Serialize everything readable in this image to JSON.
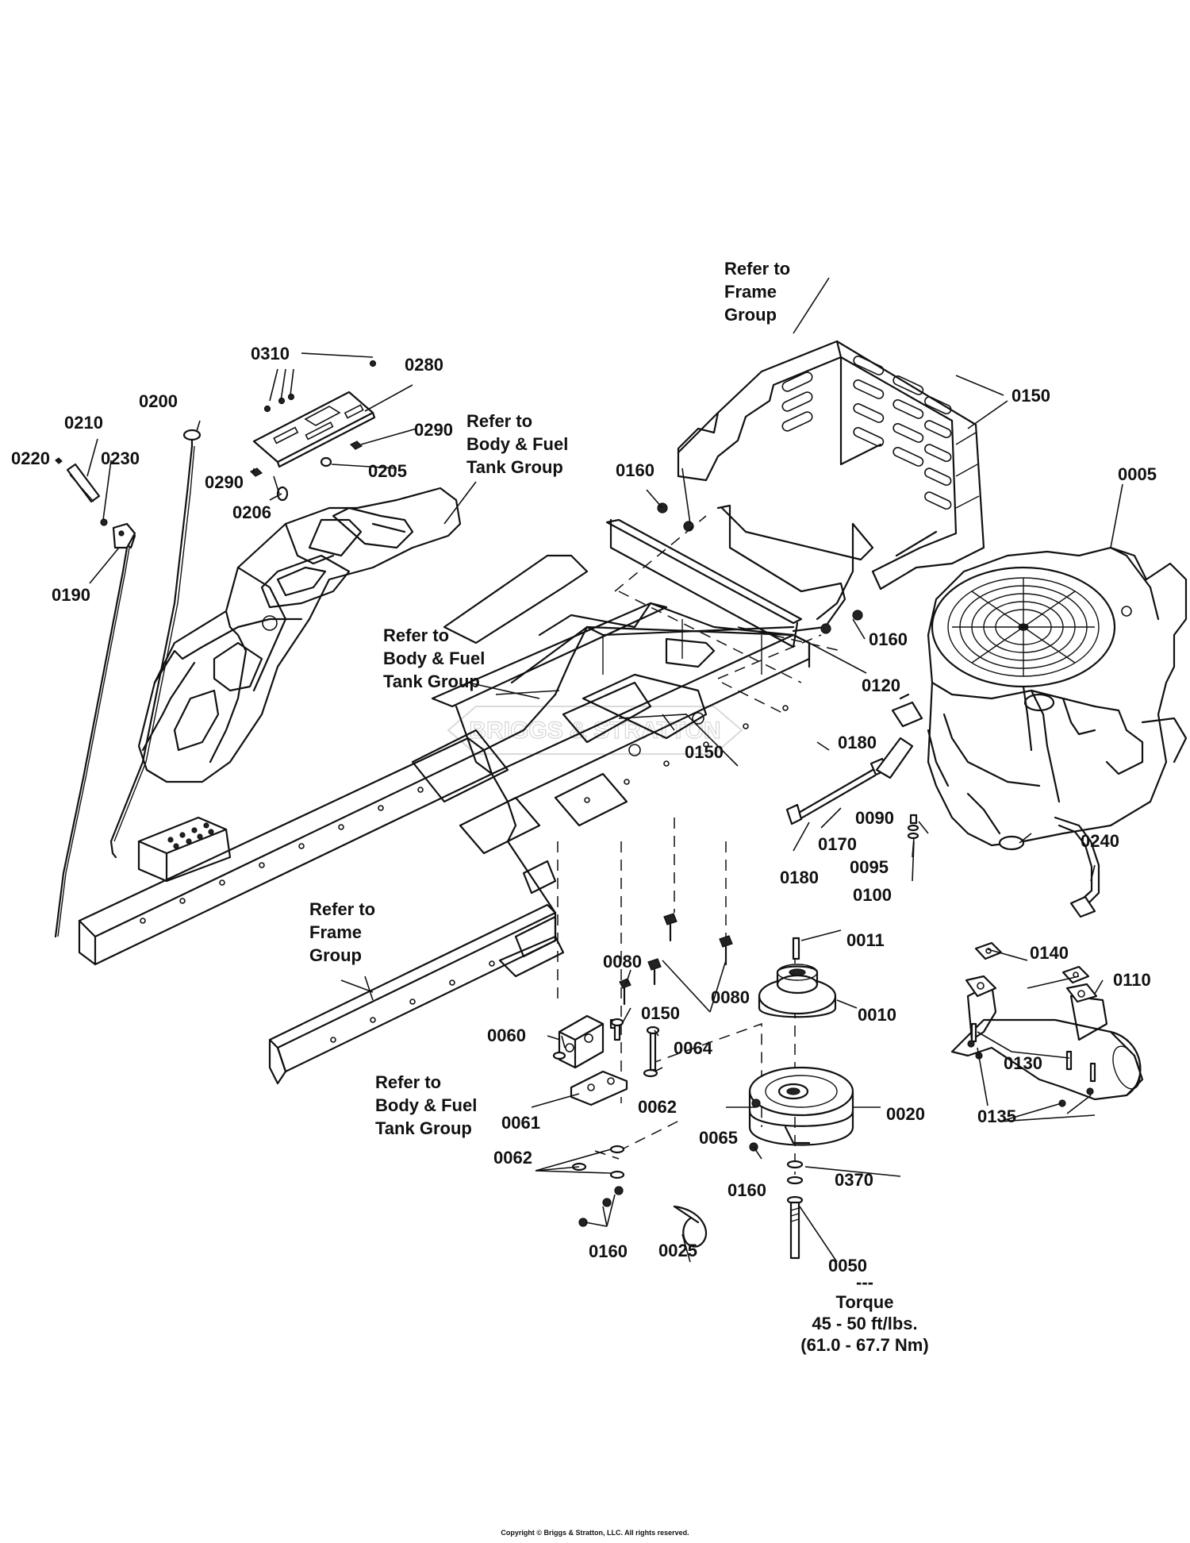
{
  "labels": {
    "p0005": "0005",
    "p0010": "0010",
    "p0011": "0011",
    "p0020": "0020",
    "p0025": "0025",
    "p0060": "0060",
    "p0061": "0061",
    "p0062a": "0062",
    "p0062b": "0062",
    "p0064": "0064",
    "p0065": "0065",
    "p0080a": "0080",
    "p0080b": "0080",
    "p0090": "0090",
    "p0095": "0095",
    "p0100": "0100",
    "p0110": "0110",
    "p0120": "0120",
    "p0130": "0130",
    "p0135": "0135",
    "p0140": "0140",
    "p0150a": "0150",
    "p0150b": "0150",
    "p0150c": "0150",
    "p0160a": "0160",
    "p0160b": "0160",
    "p0160c": "0160",
    "p0160d": "0160",
    "p0170": "0170",
    "p0180a": "0180",
    "p0180b": "0180",
    "p0190": "0190",
    "p0200": "0200",
    "p0205": "0205",
    "p0206": "0206",
    "p0210": "0210",
    "p0220": "0220",
    "p0230": "0230",
    "p0240": "0240",
    "p0280": "0280",
    "p0290a": "0290",
    "p0290b": "0290",
    "p0310": "0310",
    "p0370": "0370",
    "p0050": "0050"
  },
  "refs": {
    "frame_top": "Refer to\nFrame\nGroup",
    "body_fuel_top": "Refer to\nBody & Fuel\nTank Group",
    "body_fuel_mid": "Refer to\nBody & Fuel\nTank Group",
    "frame_left": "Refer to\nFrame\nGroup",
    "body_fuel_bottom": "Refer to\nBody & Fuel\nTank Group"
  },
  "torque_note": {
    "separator": "---",
    "title": "Torque",
    "imperial": "45 - 50 ft/lbs.",
    "metric": "(61.0 - 67.7 Nm)"
  },
  "watermark": "BRIGGS & STRATTON",
  "copyright": "Copyright © Briggs & Stratton, LLC. All rights reserved."
}
